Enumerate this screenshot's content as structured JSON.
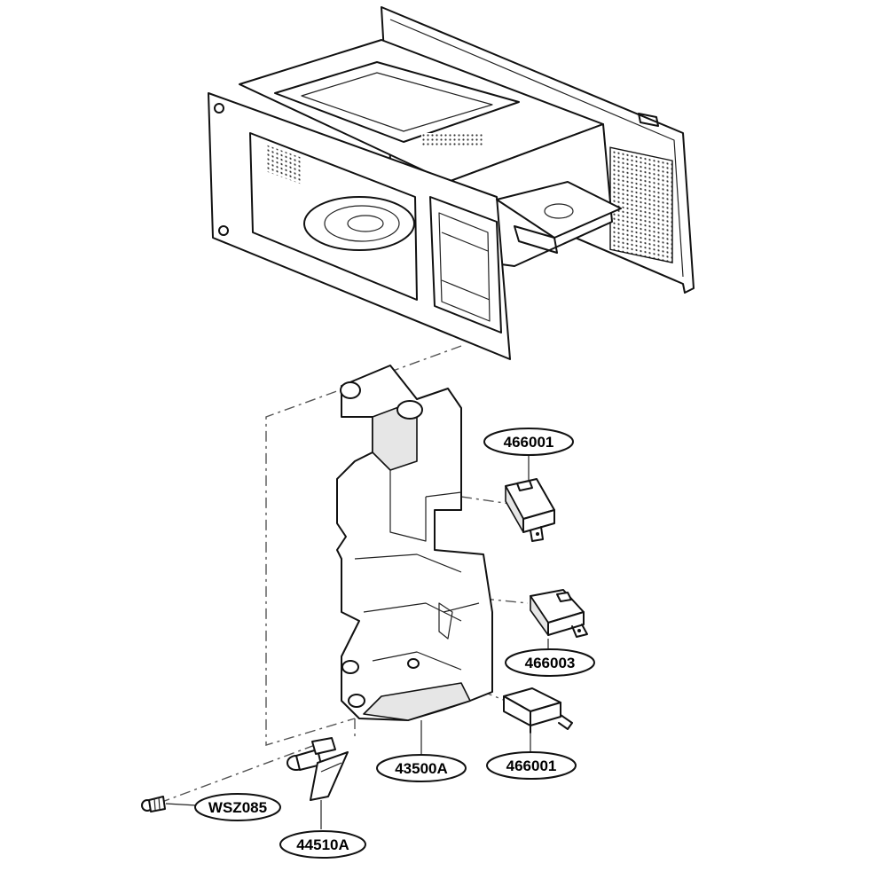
{
  "parts": [
    {
      "id": "callout-466001-top",
      "label": "466001"
    },
    {
      "id": "callout-466003",
      "label": "466003"
    },
    {
      "id": "callout-466001-bottom",
      "label": "466001"
    },
    {
      "id": "callout-43500a",
      "label": "43500A"
    },
    {
      "id": "callout-wsz085",
      "label": "WSZ085"
    },
    {
      "id": "callout-44510a",
      "label": "44510A"
    }
  ]
}
